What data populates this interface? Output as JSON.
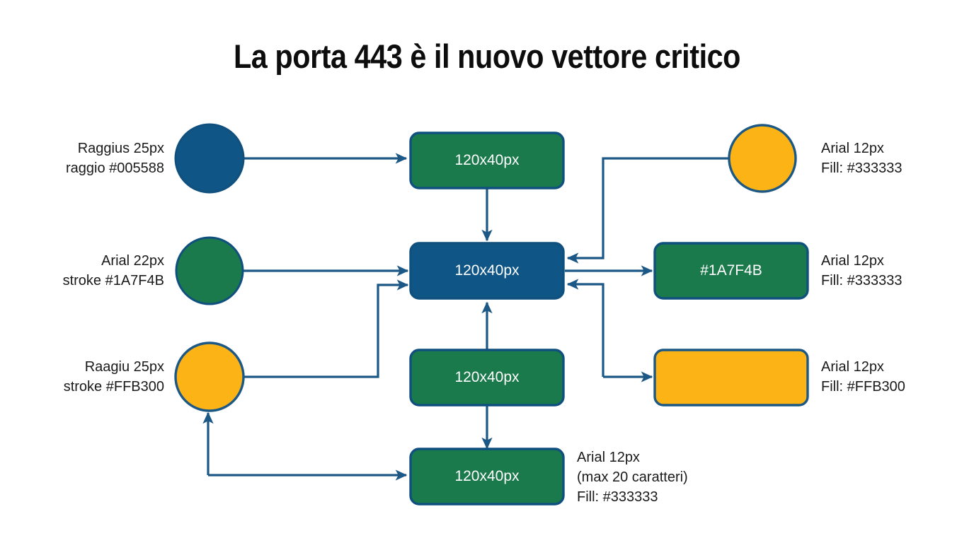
{
  "title": "La porta 443 è il nuovo vettore critico",
  "colors": {
    "blue_fill": "#0F5586",
    "blue_stroke": "#10507E",
    "green_fill": "#1B7A4B",
    "amber_fill": "#FBB316",
    "connector": "#1B5886",
    "text_dark": "#1a1a1a",
    "node_text": "#ffffff",
    "background": "#ffffff"
  },
  "nodes": {
    "circle_blue_top_left": {
      "name": "blue-circle",
      "label": ""
    },
    "circle_green_mid_left": {
      "name": "green-circle",
      "label": ""
    },
    "circle_amber_bottom_left": {
      "name": "amber-circle",
      "label": ""
    },
    "circle_amber_top_right": {
      "name": "amber-circle",
      "label": ""
    },
    "box_green_top": {
      "label": "120x40px"
    },
    "box_blue_hub": {
      "label": "120x40px"
    },
    "box_green_middle": {
      "label": "120x40px"
    },
    "box_green_bottom": {
      "label": "120x40px"
    },
    "box_green_right": {
      "label": "#1A7F4B"
    },
    "box_amber_right": {
      "label": ""
    }
  },
  "annotations": {
    "left_top": {
      "line1": "Raggius 25px",
      "line2": "raggio #005588"
    },
    "left_middle": {
      "line1": "Arial 22px",
      "line2": "stroke #1A7F4B"
    },
    "left_bottom": {
      "line1": "Raagiu 25px",
      "line2": "stroke #FFB300"
    },
    "right_top": {
      "line1": "Arial 12px",
      "line2": "Fill: #333333"
    },
    "right_middle": {
      "line1": "Arial 12px",
      "line2": "Fill: #333333"
    },
    "right_bottom": {
      "line1": "Arial 12px",
      "line2": "Fill: #FFB300"
    },
    "bottom_center": {
      "line1": "Arial 12px",
      "line2": "(max 20 caratteri)",
      "line3": "Fill: #333333"
    }
  }
}
